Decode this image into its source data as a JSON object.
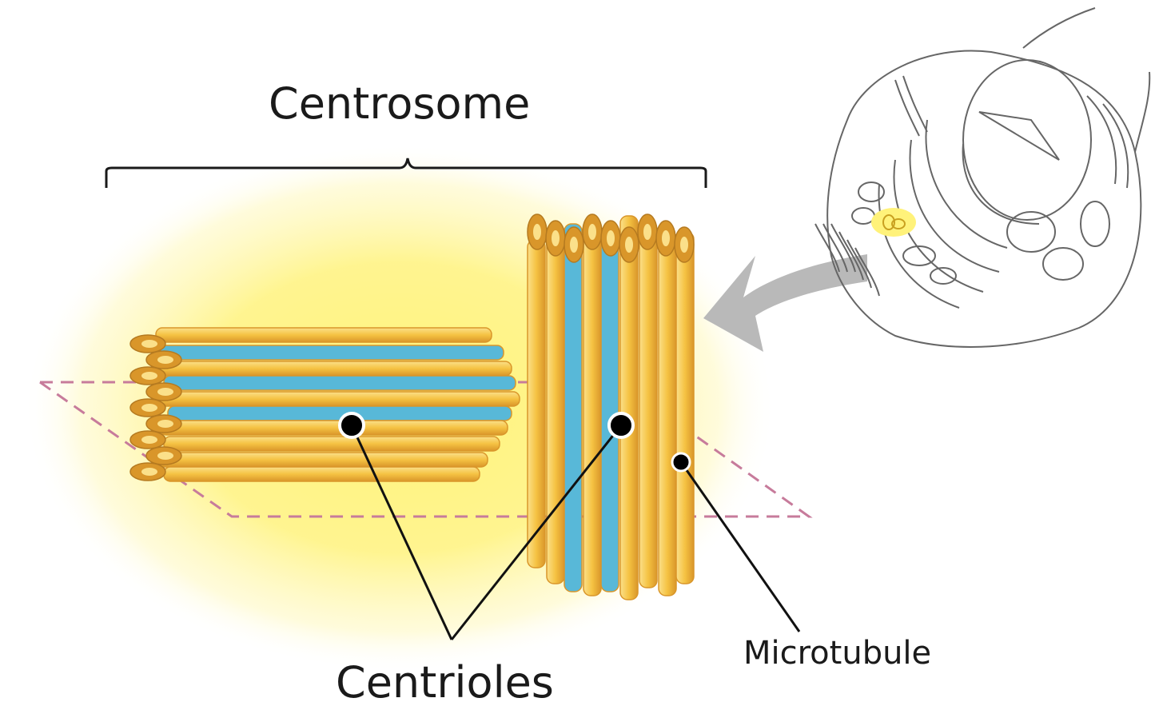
{
  "labels": {
    "centrosome": "Centrosome",
    "centrioles": "Centrioles",
    "microtubule": "Microtubule"
  },
  "colors": {
    "tubule": "#f5c242",
    "tubule_dark": "#d9962a",
    "tubule_light": "#fbe08a",
    "tubule_blue": "#58b8d8",
    "glow": "#fff27a",
    "arrow": "#b9b9b9",
    "plane": "#c77b9b",
    "leader": "#111111"
  }
}
